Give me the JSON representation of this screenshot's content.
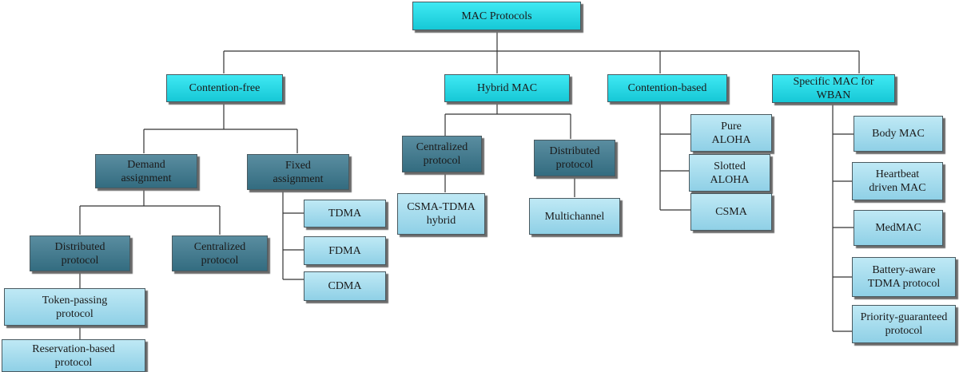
{
  "root": "MAC Protocols",
  "level1": {
    "contention_free": "Contention-free",
    "hybrid": "Hybrid MAC",
    "contention_based": "Contention-based",
    "specific": "Specific MAC for\nWBAN"
  },
  "contention_free": {
    "demand": "Demand\nassignment",
    "fixed": "Fixed\nassignment",
    "distributed": "Distributed\nprotocol",
    "centralized": "Centralized\nprotocol",
    "token": "Token-passing\nprotocol",
    "reservation": "Reservation-based\nprotocol",
    "tdma": "TDMA",
    "fdma": "FDMA",
    "cdma": "CDMA"
  },
  "hybrid": {
    "centralized": "Centralized\nprotocol",
    "distributed": "Distributed\nprotocol",
    "csma_tdma": "CSMA-TDMA\nhybrid",
    "multichannel": "Multichannel"
  },
  "contention_based": {
    "pure_aloha": "Pure\nALOHA",
    "slotted_aloha": "Slotted\nALOHA",
    "csma": "CSMA"
  },
  "specific": {
    "body_mac": "Body MAC",
    "heartbeat": "Heartbeat\ndriven MAC",
    "medmac": "MedMAC",
    "battery": "Battery-aware\nTDMA protocol",
    "priority": "Priority-guaranteed\nprotocol"
  }
}
